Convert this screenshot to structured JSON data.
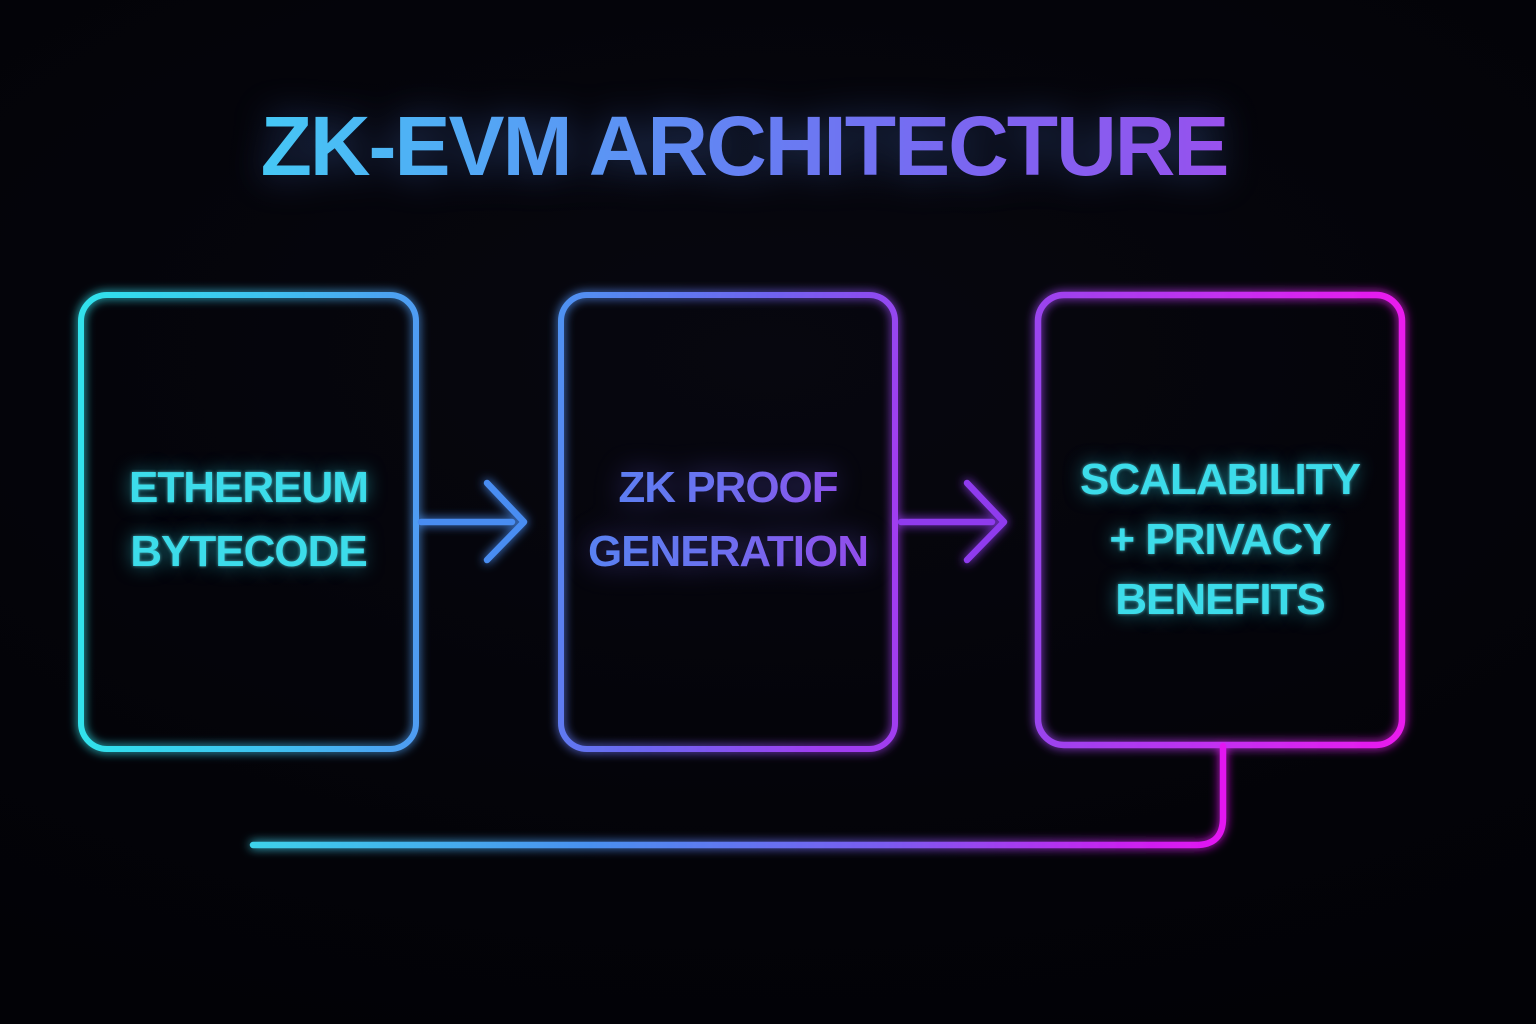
{
  "title": {
    "text": "ZK-EVM ARCHITECTURE"
  },
  "diagram": {
    "nodes": [
      {
        "id": "ethereum-bytecode",
        "lines": [
          "ETHEREUM",
          "BYTECODE"
        ],
        "border_colors": [
          "#30e2ec",
          "#4f9cf2"
        ],
        "text_color": "#3cdcea"
      },
      {
        "id": "zk-proof-generation",
        "lines": [
          "ZK PROOF",
          "GENERATION"
        ],
        "border_colors": [
          "#4f93f2",
          "#a03ef0"
        ],
        "text_colors": [
          "#5585f2",
          "#9a48ec"
        ]
      },
      {
        "id": "scalability-privacy-benefits",
        "lines": [
          "SCALABILITY",
          "+ PRIVACY",
          "BENEFITS"
        ],
        "border_colors": [
          "#9a44ee",
          "#ea1aee"
        ],
        "text_color": "#3cdcea"
      }
    ],
    "connectors": [
      {
        "id": "arrow-1",
        "type": "arrow-right",
        "from": "ethereum-bytecode",
        "to": "zk-proof-generation",
        "color": "#4a8df2"
      },
      {
        "id": "arrow-2",
        "type": "arrow-right",
        "from": "zk-proof-generation",
        "to": "scalability-privacy-benefits",
        "color": "#8f3bee"
      },
      {
        "id": "feedback-line",
        "type": "elbow-line",
        "from": "scalability-privacy-benefits",
        "colors": [
          "#3ed2ea",
          "#4a90f0",
          "#7a5cf0",
          "#e316f2"
        ]
      }
    ]
  },
  "colors": {
    "background": "#020206",
    "title_gradient": [
      "#3ae4f2",
      "#6580f3",
      "#c93ef0"
    ],
    "cyan_accent": "#3cdcea",
    "magenta_accent": "#ea1aee"
  }
}
